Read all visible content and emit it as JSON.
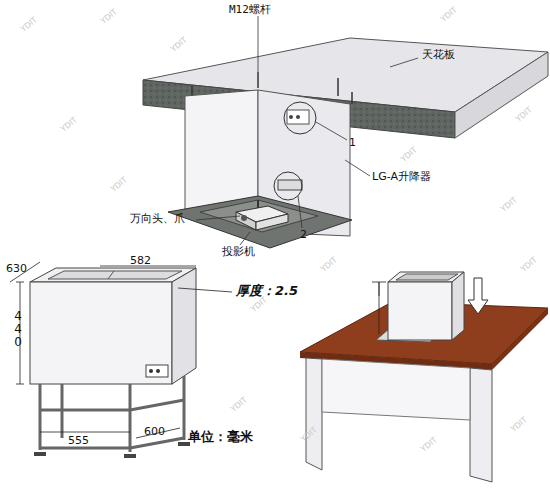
{
  "diagram": {
    "labels": [
      "M12螺杆",
      "天花板",
      "1",
      "LG-A升降器",
      "万向头、爪",
      "2",
      "投影机",
      "630",
      "582",
      "厚度：2.5",
      "440",
      "555",
      "600",
      "单位：毫米",
      "YDIT",
      "YDIT",
      "YDIT",
      "YDIT",
      "YDIT",
      "YDIT",
      "YDIT",
      "YDIT",
      "YDIT",
      "YDIT",
      "YDIT",
      "YDIT",
      "YDIT",
      "YDIT",
      "YDIT",
      "YDIT"
    ]
  }
}
